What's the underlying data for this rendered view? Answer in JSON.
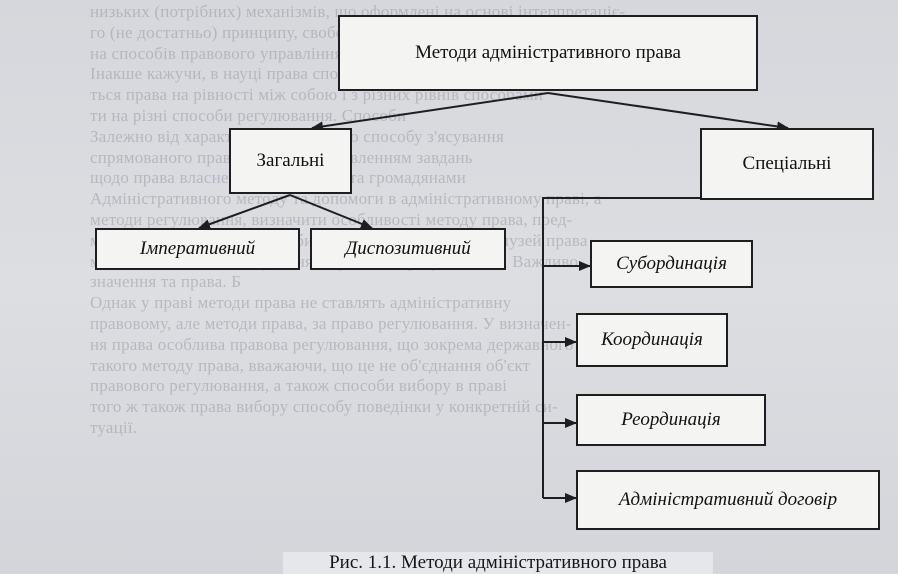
{
  "diagram": {
    "root": "Методи адміністративного права",
    "general": {
      "label": "Загальні",
      "children": [
        "Імперативний",
        "Диспозитивний"
      ]
    },
    "special": {
      "label": "Спеціальні",
      "children": [
        "Субординація",
        "Координація",
        "Реординація",
        "Адміністративний договір"
      ]
    },
    "caption": "Рис. 1.1. Методи адміністративного права"
  },
  "background_text": [
    "низьких (потрібних) механізмів, що оформлені на основі інтерпретаціє-",
    "го (не достатньо) принципу, свободи вибору способу",
    "на способів правового управління і принципу права на свободу",
    "Інакше кажучи, в науці права способи впливу права, що регулює-",
    "ться права на рівності між собою і з різних рівнів способами",
    "ти на різні способи регулювання. Способи",
    "Залежно від характеру спеціального способу з'ясування",
    "спрямованого права, прийнятим уявленням завдань",
    "щодо права власне, між державою та громадянами",
    "Адміністративного методу та допомоги в адміністративному праві, а",
    "методи регулювання, визначити особливості методу права, пред-",
    "мет, використовувати способи регулювання однією з галузей права",
    "методом та певним з'ясуванням правового регулювання. Важливо",
    "значення та права. Б",
    "Однак у праві методи права не ставлять адміністративну",
    "правовому, але методи права, за право регулювання. У визначен-",
    "ня права особлива правова регулювання, що зокрема державного",
    "такого методу права, вважаючи, що це не об'єднання об'єкт",
    "правового регулювання, а також способи вибору в праві",
    "того ж також права вибору способу поведінки у конкретній си-",
    "туації."
  ],
  "colors": {
    "box_border": "#1d1d22",
    "box_fill": "#f4f4f2",
    "line": "#1d1d22"
  }
}
